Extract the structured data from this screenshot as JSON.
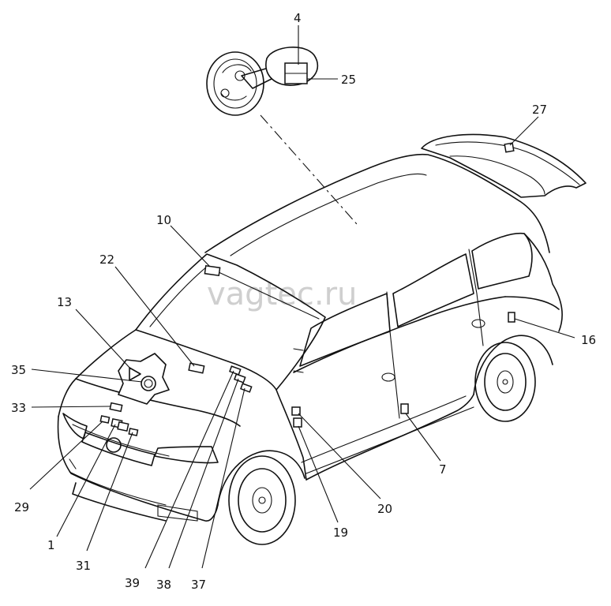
{
  "watermark": "vagtec.ru",
  "labels": [
    {
      "id": "4",
      "text": "4"
    },
    {
      "id": "25",
      "text": "25"
    },
    {
      "id": "27",
      "text": "27"
    },
    {
      "id": "10",
      "text": "10"
    },
    {
      "id": "22",
      "text": "22"
    },
    {
      "id": "13",
      "text": "13"
    },
    {
      "id": "35",
      "text": "35"
    },
    {
      "id": "33",
      "text": "33"
    },
    {
      "id": "16",
      "text": "16"
    },
    {
      "id": "7",
      "text": "7"
    },
    {
      "id": "20",
      "text": "20"
    },
    {
      "id": "19",
      "text": "19"
    },
    {
      "id": "29",
      "text": "29"
    },
    {
      "id": "1",
      "text": "1"
    },
    {
      "id": "31",
      "text": "31"
    },
    {
      "id": "39",
      "text": "39"
    },
    {
      "id": "38",
      "text": "38"
    },
    {
      "id": "37",
      "text": "37"
    }
  ]
}
